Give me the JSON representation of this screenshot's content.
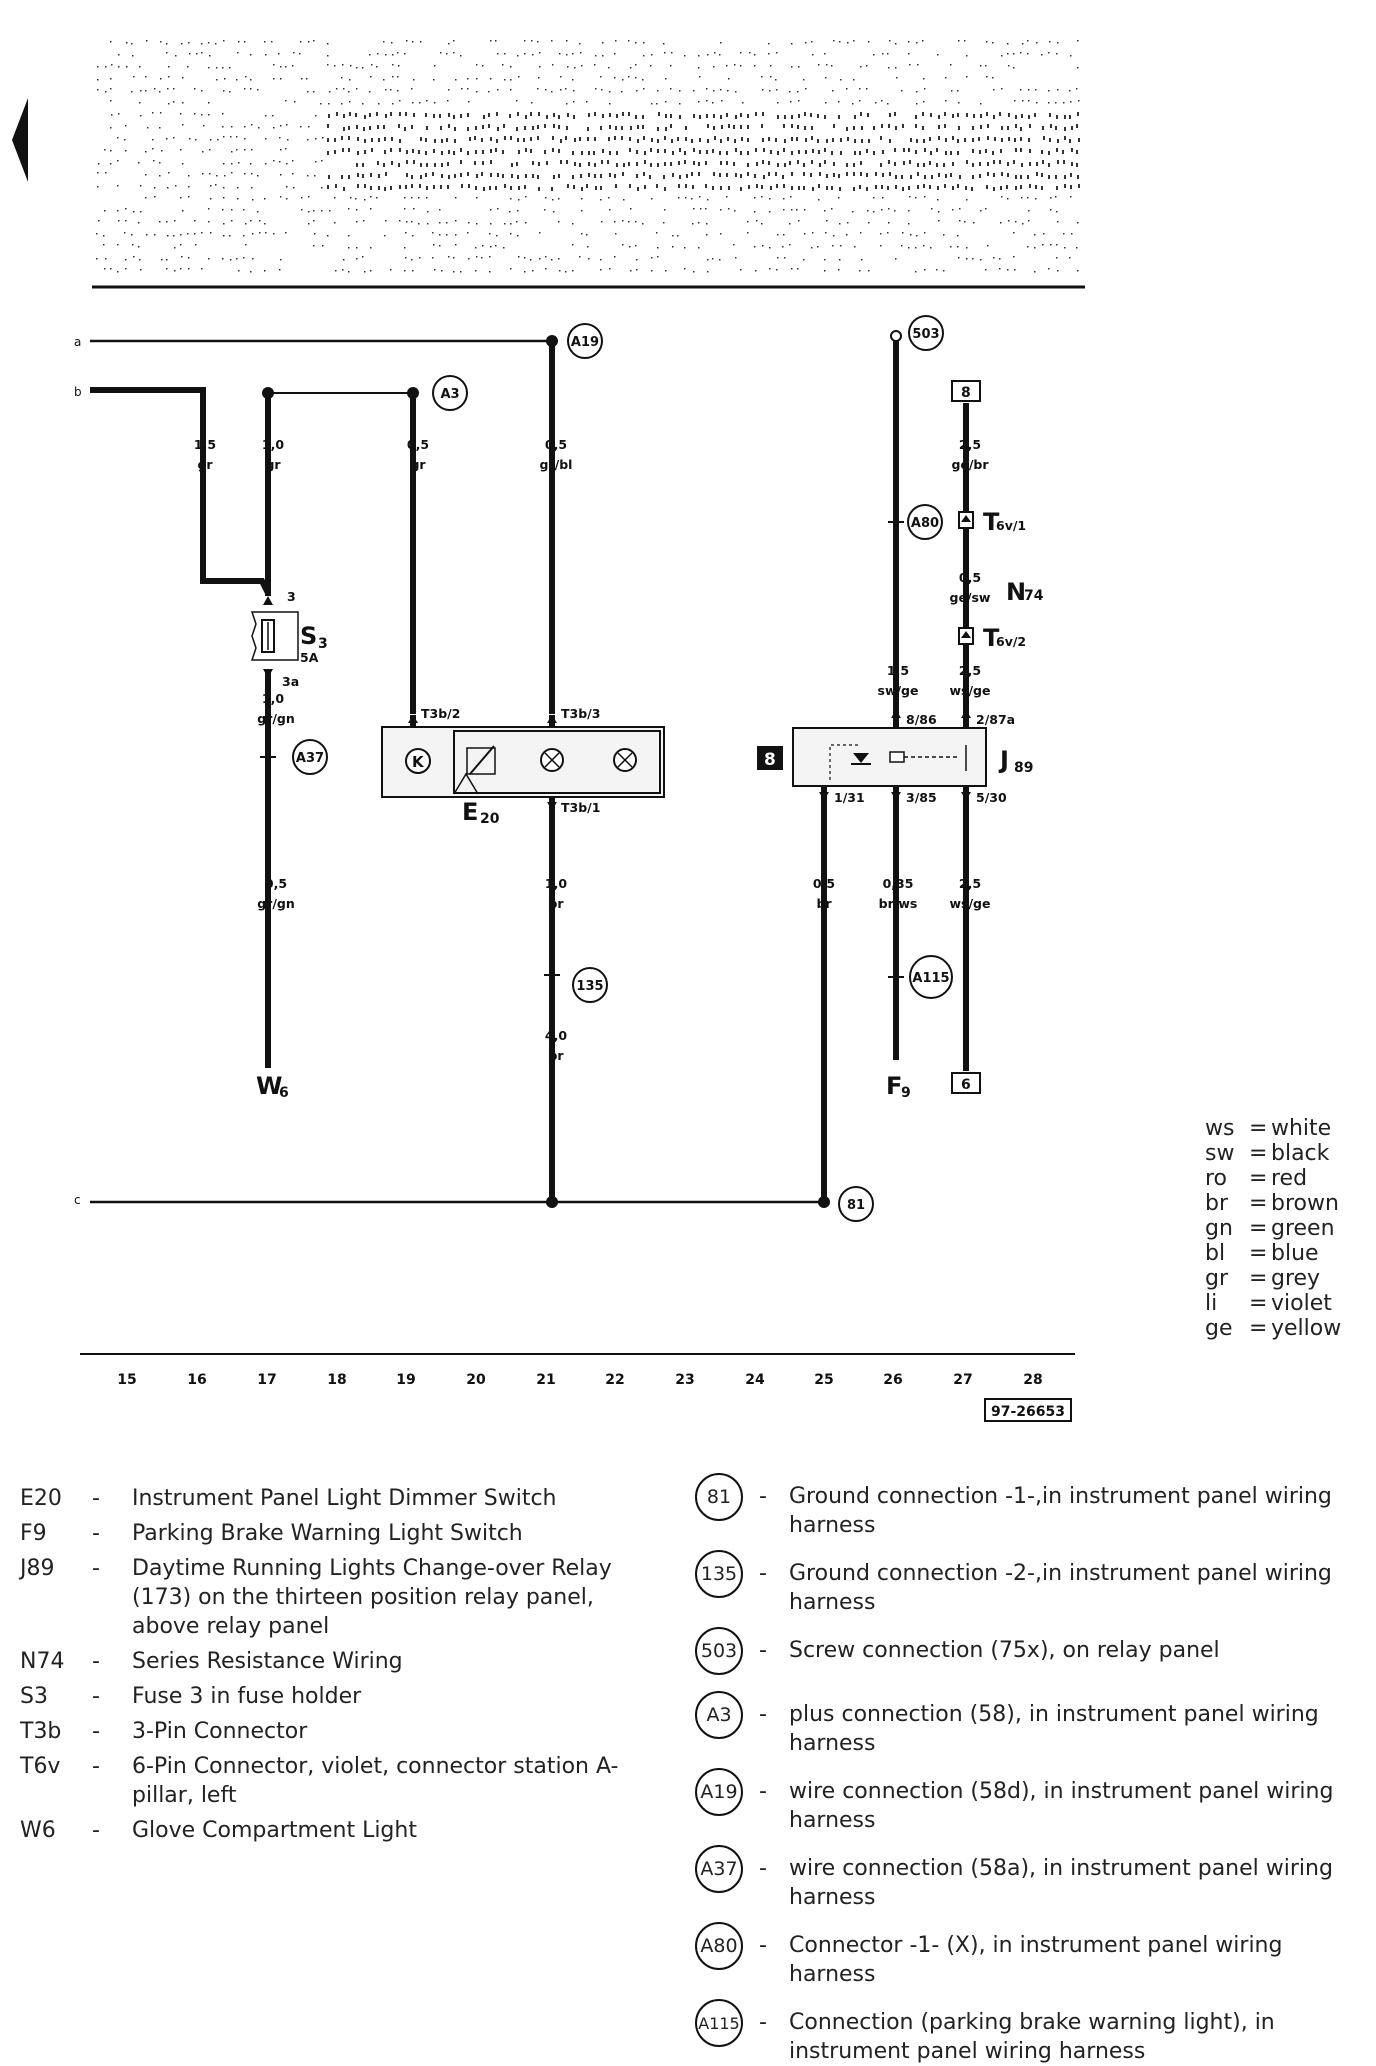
{
  "diagram": {
    "ref_number": "97-26653",
    "column_numbers": [
      "15",
      "16",
      "17",
      "18",
      "19",
      "20",
      "21",
      "22",
      "23",
      "24",
      "25",
      "26",
      "27",
      "28"
    ],
    "rows": {
      "a": "a",
      "b": "b",
      "c": "c"
    },
    "wires": {
      "w16": [
        "1,5",
        "gr"
      ],
      "w17a": [
        "1,0",
        "gr"
      ],
      "w19": [
        "0,5",
        "gr"
      ],
      "w21a": [
        "0,5",
        "gr/bl"
      ],
      "w17b": [
        "1,0",
        "gr/gn"
      ],
      "w17c": [
        "0,5",
        "gr/gn"
      ],
      "w21b": [
        "1,0",
        "br"
      ],
      "w21c": [
        "4,0",
        "br"
      ],
      "w25": [
        "0,5",
        "br"
      ],
      "w26a": [
        "1,5",
        "sw/ge"
      ],
      "w26b": [
        "0,35",
        "br/ws"
      ],
      "w27a": [
        "2,5",
        "ge/br"
      ],
      "w27b": [
        "0,5",
        "ge/sw"
      ],
      "w27c": [
        "2,5",
        "ws/ge"
      ],
      "w27d": [
        "2,5",
        "ws/ge"
      ]
    },
    "pins": {
      "s3_in": "3",
      "s3_out": "3a",
      "t3b2": "T3b/2",
      "t3b3": "T3b/3",
      "t3b1": "T3b/1",
      "j_886": "8/86",
      "j_287a": "2/87a",
      "j_131": "1/31",
      "j_385": "3/85",
      "j_530": "5/30",
      "t6v1": "6v/1",
      "t6v2": "6v/2"
    },
    "components": {
      "s3": {
        "letter": "S",
        "sub": "3",
        "rating": "5A"
      },
      "e20": {
        "letter": "E",
        "sub": "20"
      },
      "j89": {
        "letter": "J",
        "sub": "89"
      },
      "n74": {
        "letter": "N",
        "sub": "74"
      },
      "w6": {
        "letter": "W",
        "sub": "6"
      },
      "f9": {
        "letter": "F",
        "sub": "9"
      },
      "t6v": {
        "letter": "T"
      }
    },
    "circles": {
      "a19": "A19",
      "a3": "A3",
      "a37": "A37",
      "a80": "A80",
      "a115": "A115",
      "c503": "503",
      "c135": "135",
      "c81": "81"
    },
    "boxes": {
      "b8top": "8",
      "b6": "6",
      "b8side": "8"
    }
  },
  "color_legend": [
    {
      "code": "ws",
      "name": "white"
    },
    {
      "code": "sw",
      "name": "black"
    },
    {
      "code": "ro",
      "name": "red"
    },
    {
      "code": "br",
      "name": "brown"
    },
    {
      "code": "gn",
      "name": "green"
    },
    {
      "code": "bl",
      "name": "blue"
    },
    {
      "code": "gr",
      "name": "grey"
    },
    {
      "code": "li",
      "name": "violet"
    },
    {
      "code": "ge",
      "name": "yellow"
    }
  ],
  "component_legend": [
    {
      "code": "E20",
      "desc": "Instrument Panel Light Dimmer Switch"
    },
    {
      "code": "F9",
      "desc": "Parking Brake Warning Light Switch"
    },
    {
      "code": "J89",
      "desc": "Daytime Running Lights Change-over Relay (173) on the thirteen position relay panel, above relay panel"
    },
    {
      "code": "N74",
      "desc": "Series Resistance Wiring"
    },
    {
      "code": "S3",
      "desc": "Fuse 3 in fuse holder"
    },
    {
      "code": "T3b",
      "desc": "3-Pin Connector"
    },
    {
      "code": "T6v",
      "desc": "6-Pin Connector, violet, connector station A-pillar, left"
    },
    {
      "code": "W6",
      "desc": "Glove Compartment Light"
    }
  ],
  "connection_legend": [
    {
      "code": "81",
      "desc": "Ground connection -1-,in instrument panel wiring harness"
    },
    {
      "code": "135",
      "desc": "Ground connection -2-,in instrument panel wiring harness"
    },
    {
      "code": "503",
      "desc": "Screw connection (75x), on relay panel"
    },
    {
      "code": "A3",
      "desc": "plus connection (58), in instrument panel wiring harness"
    },
    {
      "code": "A19",
      "desc": "wire connection (58d), in instrument panel wiring harness"
    },
    {
      "code": "A37",
      "desc": "wire connection (58a), in instrument panel wiring harness"
    },
    {
      "code": "A80",
      "desc": "Connector -1- (X), in instrument panel wiring harness"
    },
    {
      "code": "A115",
      "desc": "Connection (parking brake warning light), in instrument panel wiring harness"
    }
  ],
  "style": {
    "ink": "#111111",
    "paper": "#ffffff"
  }
}
